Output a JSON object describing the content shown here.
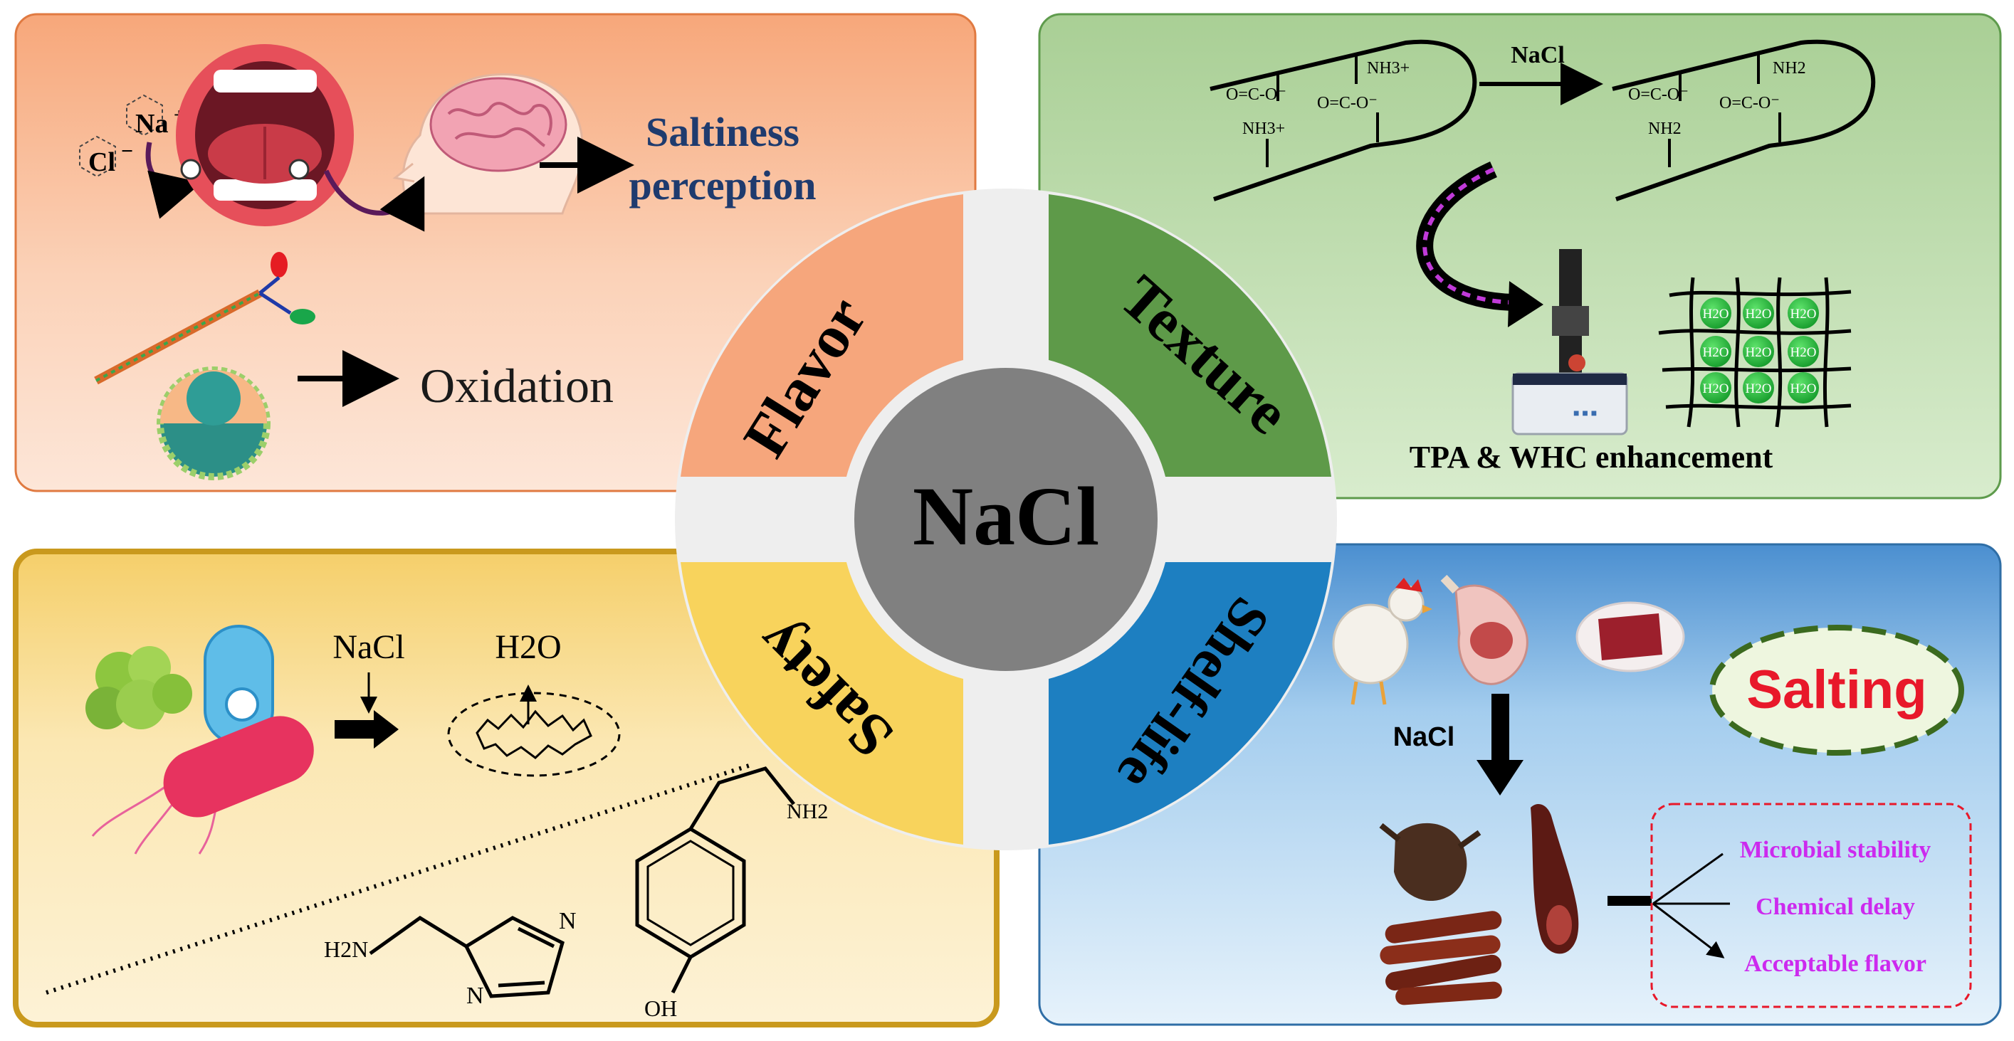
{
  "center": {
    "label": "NaCl"
  },
  "sectors": {
    "flavor": "Flavor",
    "texture": "Texture",
    "safety": "Safety",
    "shelf_life": "Shelf-life"
  },
  "flavor_panel": {
    "na_ion": "Na",
    "na_charge": "+",
    "cl_ion": "Cl",
    "cl_charge": "−",
    "saltiness_line1": "Saltiness",
    "saltiness_line2": "perception",
    "oxidation": "Oxidation"
  },
  "texture_panel": {
    "nacl": "NaCl",
    "nh3_plus": "NH3+",
    "nh2": "NH2",
    "carboxyl": "O=C-O⁻",
    "water": "H2O",
    "tpa": "TPA & WHC enhancement"
  },
  "safety_panel": {
    "nacl": "NaCl",
    "water_top": "H2O",
    "h2n": "H2N",
    "n_label": "N",
    "nh2": "NH2",
    "oh": "OH"
  },
  "shelf_panel": {
    "nacl": "NaCl",
    "salting": "Salting",
    "outcomes": [
      "Microbial stability",
      "Chemical delay",
      "Acceptable flavor"
    ]
  },
  "colors": {
    "flavor_panel": "#f8b58b",
    "texture_panel": "#b9d8a6",
    "safety_panel": "#fbe3a0",
    "shelf_panel": "#a9cfe9",
    "flavor_sector": "#f6a97e",
    "texture_sector": "#5c9a48",
    "safety_sector": "#f7d25a",
    "shelf_sector": "#1c7ec0",
    "center": "#808080",
    "salting_red": "#e8182a",
    "outcome_magenta": "#cc2aee",
    "saltiness_blue": "#1f3b6e"
  }
}
